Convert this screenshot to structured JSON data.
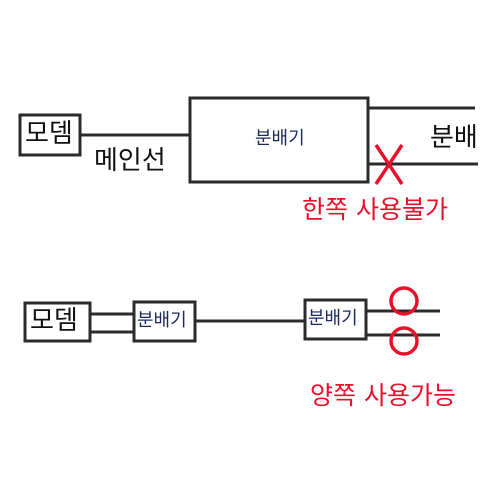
{
  "colors": {
    "line": "#2b2b2b",
    "accent_red": "#e8102a",
    "box_text": "#1a2a5a"
  },
  "top": {
    "modem_label": "모뎀",
    "mainline_label": "메인선",
    "splitter_label": "분배기",
    "branch_label": "분배",
    "status": {
      "icon": "x-mark",
      "text": "한쪽 사용불가"
    }
  },
  "bottom": {
    "modem_label": "모뎀",
    "splitter1_label": "분배기",
    "splitter2_label": "분배기",
    "status": {
      "icon": "circle-mark",
      "text": "양쪽 사용가능"
    }
  }
}
